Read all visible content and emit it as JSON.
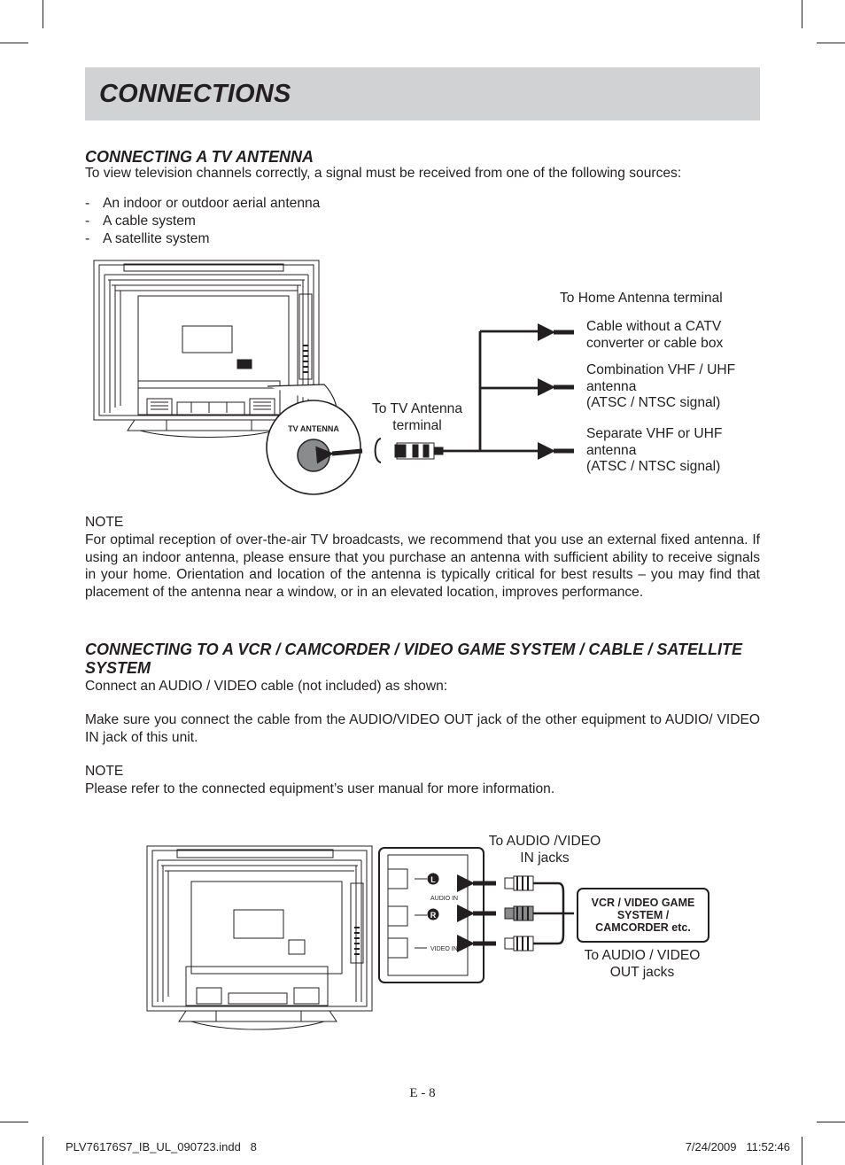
{
  "header": {
    "title": "CONNECTIONS"
  },
  "antenna_section": {
    "title": "CONNECTING A TV ANTENNA",
    "intro": "To view television channels correctly, a signal must be received from one of the following sources:",
    "sources": [
      "An indoor or outdoor aerial antenna",
      "A cable system",
      "A satellite system"
    ],
    "diagram": {
      "jack_label": "TV ANTENNA",
      "tv_terminal_label": "To TV Antenna terminal",
      "home_terminal_label": "To Home Antenna terminal",
      "source_1": "Cable without a CATV converter or cable box",
      "source_2_line1": "Combination VHF / UHF",
      "source_2_line2": "antenna",
      "source_2_line3": "(ATSC / NTSC signal)",
      "source_3_line1": "Separate VHF or UHF",
      "source_3_line2": "antenna",
      "source_3_line3": "(ATSC / NTSC signal)"
    },
    "note_heading": "NOTE",
    "note_text": "For optimal reception of over-the-air TV broadcasts, we recommend that you use an external fixed antenna. If using an indoor antenna, please ensure that you purchase an antenna with sufficient ability to receive signals in your home. Orientation and location of the antenna is typically critical for best results – you may find that placement of the antenna near a window, or in an elevated location, improves performance."
  },
  "av_section": {
    "title": "CONNECTING TO A VCR / CAMCORDER / VIDEO GAME SYSTEM / CABLE / SATELLITE SYSTEM",
    "intro": "Connect an AUDIO / VIDEO cable (not included) as shown:",
    "instruction": "Make sure you connect the cable from the AUDIO/VIDEO OUT jack of the other equipment to AUDIO/ VIDEO IN jack of this unit.",
    "note_heading": "NOTE",
    "note_text": "Please refer to the connected equipment’s user manual for more information.",
    "diagram": {
      "in_label": "To AUDIO /VIDEO IN jacks",
      "out_label": "To AUDIO / VIDEO OUT jacks",
      "device_line1": "VCR / VIDEO GAME",
      "device_line2": "SYSTEM /",
      "device_line3": "CAMCORDER etc.",
      "audio_in_label": "AUDIO IN",
      "video_in_label": "VIDEO IN",
      "left_marker": "L",
      "right_marker": "R"
    }
  },
  "page_number": "E - 8",
  "footer": {
    "file": "PLV76176S7_IB_UL_090723.indd   8",
    "timestamp": "7/24/2009   11:52:46"
  }
}
